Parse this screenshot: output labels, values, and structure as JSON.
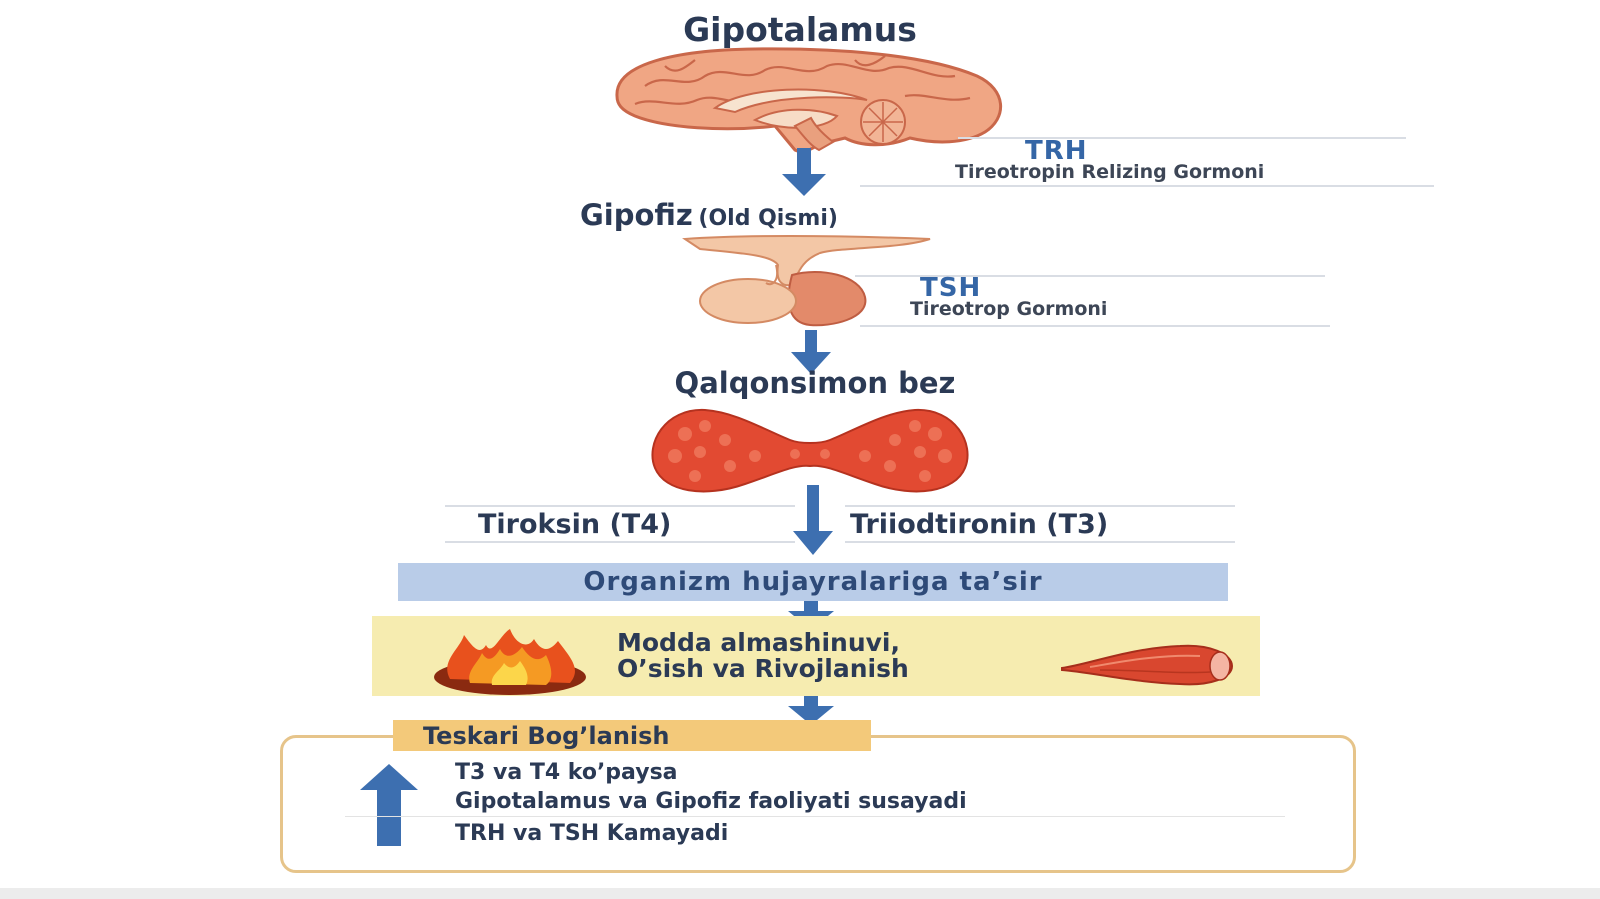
{
  "hypothalamus": {
    "title": "Gipotalamus"
  },
  "trh": {
    "name": "TRH",
    "full_name": "Tireotropin Relizing Gormoni"
  },
  "pituitary": {
    "title": "Gipofiz",
    "qualifier": "(Old Qismi)"
  },
  "tsh": {
    "name": "TSH",
    "full_name": "Tireotrop Gormoni"
  },
  "thyroid": {
    "title": "Qalqonsimon bez"
  },
  "hormones": {
    "left": "Tiroksin (T4)",
    "right": "Triiodtironin (T3)"
  },
  "effect": {
    "label": "Organizm hujayralariga ta’sir",
    "color": "#b9cce8"
  },
  "metabolism": {
    "line1": "Modda almashinuvi,",
    "line2": "O’sish va Rivojlanish",
    "color": "#f6ecb0"
  },
  "feedback": {
    "title": "Teskari Bog’lanish",
    "line1": "T3 va T4 ko’paysa",
    "line2": "Gipotalamus va Gipofiz faoliyati susayadi",
    "line3": "TRH va TSH Kamayadi",
    "tab_color": "#f3c97a",
    "border_color": "#e6c48a"
  },
  "icons": {
    "brain": "brain-icon",
    "pituitary": "pituitary-gland-icon",
    "thyroid": "thyroid-gland-icon",
    "flame": "flame-icon",
    "muscle": "muscle-icon",
    "arrow_down": "arrow-down-icon",
    "arrow_up": "arrow-up-icon"
  },
  "accent_arrow_color": "#3d6fb0"
}
